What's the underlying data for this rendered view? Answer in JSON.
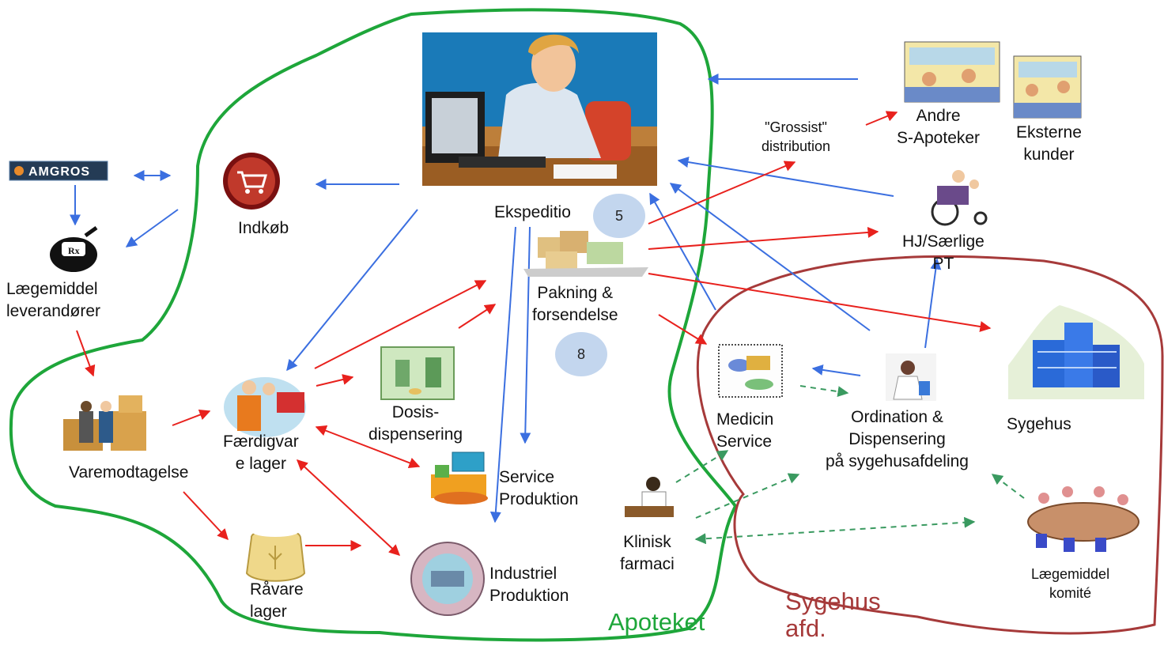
{
  "regions": {
    "apoteket": {
      "label": "Apoteket",
      "color": "#1ea63a"
    },
    "sygehus_afd": {
      "label": "Sygehus afd.",
      "line1": "Sygehus",
      "line2": "afd.",
      "color": "#a63a3a"
    }
  },
  "logo": {
    "text": "AMGROS"
  },
  "nodes": {
    "laegemiddel_leverandoerer": {
      "line1": "Lægemiddel",
      "line2": "leverandører"
    },
    "indkoeb": {
      "line1": "Indkøb"
    },
    "ekspedition": {
      "line1": "Ekspeditio"
    },
    "pakning": {
      "line1": "Pakning &",
      "line2": "forsendelse"
    },
    "varemodtagelse": {
      "line1": "Varemodtagelse"
    },
    "faerdigvarelager": {
      "line1": "Færdigvar",
      "line2": "e lager"
    },
    "dosisdispensering": {
      "line1": "Dosis-",
      "line2": "dispensering"
    },
    "service_produktion": {
      "line1": "Service",
      "line2": "Produktion"
    },
    "industriel_produktion": {
      "line1": "Industriel",
      "line2": "Produktion"
    },
    "raavarelager": {
      "line1": "Råvare",
      "line2": "lager"
    },
    "klinisk_farmaci": {
      "line1": "Klinisk",
      "line2": "farmaci"
    },
    "medicin_service": {
      "line1": "Medicin",
      "line2": "Service"
    },
    "ordination": {
      "line1": "Ordination &",
      "line2": "Dispensering",
      "line3": "på sygehusafdeling"
    },
    "sygehus": {
      "line1": "Sygehus"
    },
    "laegemiddel_komite": {
      "line1": "Lægemiddel",
      "line2": "komité"
    },
    "andre_s_apoteker": {
      "line1": "Andre",
      "line2": "S-Apoteker"
    },
    "eksterne_kunder": {
      "line1": "Eksterne",
      "line2": "kunder"
    },
    "hj_saerlige_pt": {
      "line1": "HJ/Særlige",
      "line2": "PT"
    },
    "grossist": {
      "line1": "\"Grossist\"",
      "line2": "distribution"
    }
  },
  "badges": {
    "five": "5",
    "eight": "8"
  },
  "arrow_colors": {
    "blue": "#3b6fe0",
    "red": "#e8211d",
    "green": "#3a9a60"
  }
}
